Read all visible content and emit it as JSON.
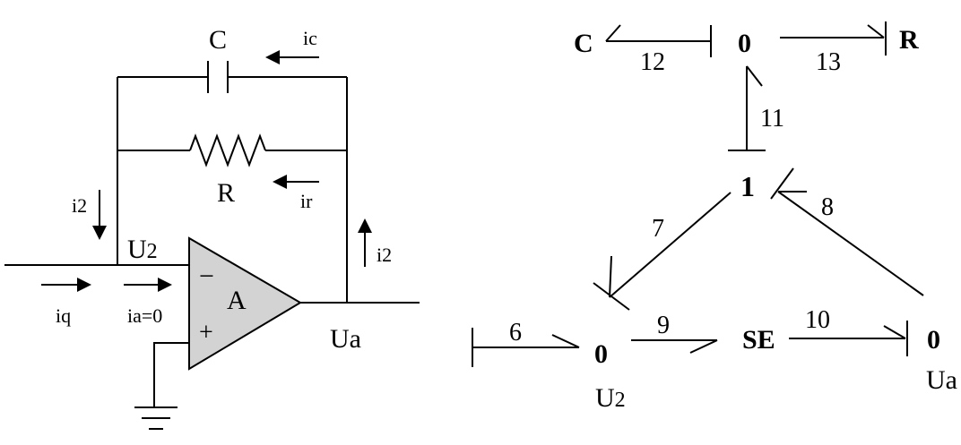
{
  "circuit": {
    "capacitor_label": "C",
    "resistor_label": "R",
    "opamp_label": "A",
    "minus_sign": "−",
    "plus_sign": "+",
    "node_u2": "U",
    "node_u2_sub": "2",
    "output_label": "Ua",
    "currents": {
      "ic": "ic",
      "ir": "ir",
      "i2_left": "i2",
      "i2_right": "i2",
      "iq": "iq",
      "ia": "ia=0"
    }
  },
  "bond_graph": {
    "nodes": {
      "c": "C",
      "zero_top": "0",
      "r": "R",
      "one": "1",
      "zero_u2": "0",
      "se": "SE",
      "zero_ua": "0"
    },
    "node_captions": {
      "u2": "U",
      "u2_sub": "2",
      "ua": "Ua"
    },
    "bond_numbers": {
      "b6": "6",
      "b7": "7",
      "b8": "8",
      "b9": "9",
      "b10": "10",
      "b11": "11",
      "b12": "12",
      "b13": "13"
    }
  }
}
